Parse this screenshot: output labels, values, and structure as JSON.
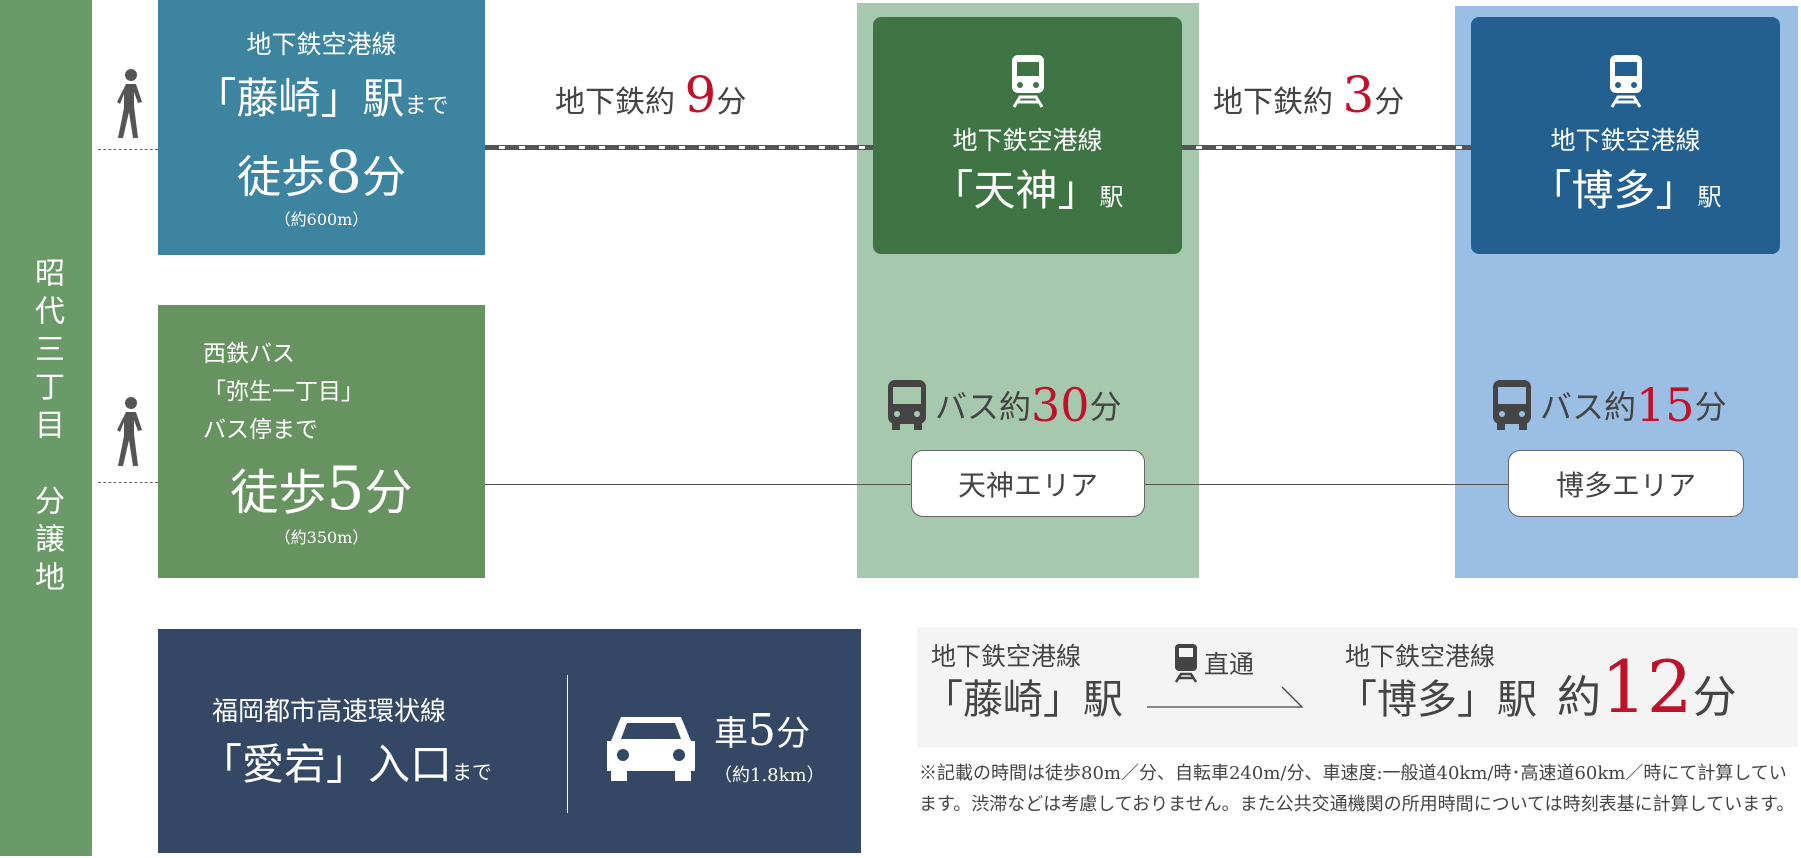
{
  "origin": {
    "label": "昭代三丁目　分譲地"
  },
  "route1": {
    "line": "地下鉄空港線",
    "station": "「藤崎」駅",
    "suffix": "まで",
    "walk": "徒歩",
    "minutes": "8",
    "unit": "分",
    "distance": "（約600m）"
  },
  "route2": {
    "line": "西鉄バス",
    "stop": "「弥生一丁目」",
    "suffix": "バス停まで",
    "walk": "徒歩",
    "minutes": "5",
    "unit": "分",
    "distance": "（約350m）"
  },
  "route3": {
    "line": "福岡都市高速環状線",
    "entrance": "「愛宕」入口",
    "suffix": "まで",
    "mode": "車",
    "minutes": "5",
    "unit": "分",
    "distance": "（約1.8km）"
  },
  "seg1": {
    "prefix": "地下鉄約",
    "minutes": "9",
    "unit": "分"
  },
  "seg2": {
    "prefix": "地下鉄約",
    "minutes": "3",
    "unit": "分"
  },
  "tenjin": {
    "line": "地下鉄空港線",
    "station": "「天神」",
    "suffix": "駅",
    "bus_prefix": "バス約",
    "bus_minutes": "30",
    "bus_unit": "分",
    "area": "天神エリア"
  },
  "hakata": {
    "line": "地下鉄空港線",
    "station": "「博多」",
    "suffix": "駅",
    "bus_prefix": "バス約",
    "bus_minutes": "15",
    "bus_unit": "分",
    "area": "博多エリア"
  },
  "direct": {
    "from_line": "地下鉄空港線",
    "from_station": "「藤崎」駅",
    "via": "直通",
    "to_line": "地下鉄空港線",
    "to_station": "「博多」駅",
    "prefix": "約",
    "minutes": "12",
    "unit": "分"
  },
  "footnote": "※記載の時間は徒歩80m／分、自転車240m/分、車速度:一般道40km/時･高速道60km／時にて計算しています。渋滞などは考慮しておりません。また公共交通機関の所用時間については時刻表基に計算しています。",
  "colors": {
    "origin": "#6a9a68",
    "route1": "#3d84a0",
    "route2": "#66935f",
    "route3": "#344866",
    "tenjin_bg": "#a6c9ad",
    "tenjin": "#3f7444",
    "hakata_bg": "#9bbfe4",
    "hakata": "#24608f",
    "accent": "#c0102a"
  }
}
